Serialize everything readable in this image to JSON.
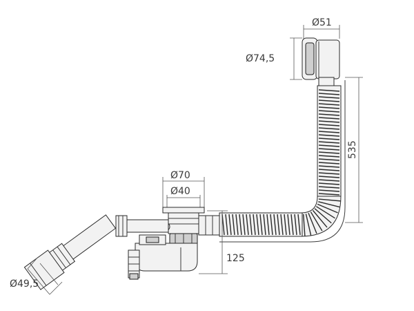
{
  "dimensions": {
    "overflow_outer_diameter": "Ø74,5",
    "overflow_cap_diameter": "Ø51",
    "hose_height": "535",
    "waste_outer_diameter": "Ø70",
    "waste_inner_diameter": "Ø40",
    "trap_height": "125",
    "outlet_diameter": "Ø49,5"
  },
  "colors": {
    "line": "#3a3a3a",
    "part_fill": "#f2f2f2",
    "shade": "#cfcfcf"
  }
}
